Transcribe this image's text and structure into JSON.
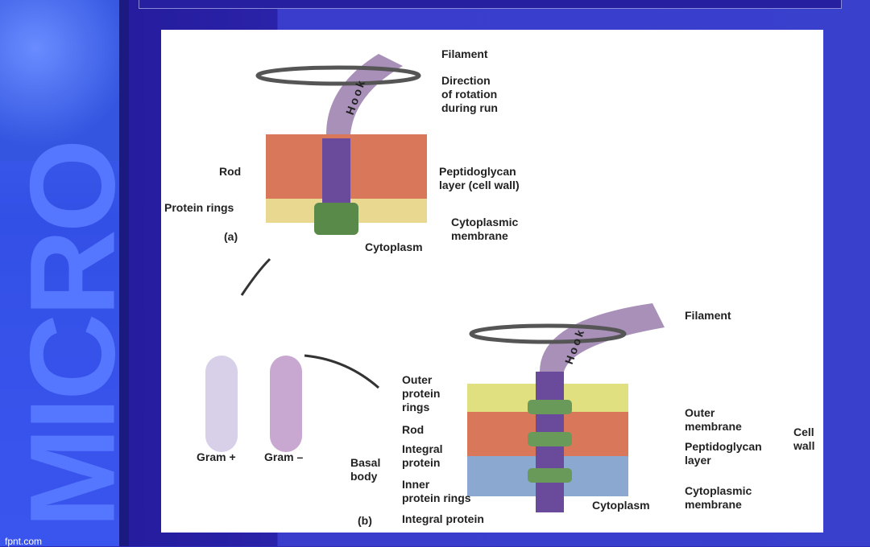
{
  "sidebar": {
    "watermark": "MICRO",
    "footer": "fpnt.com"
  },
  "figure": {
    "a": {
      "panel": "(a)",
      "filament": "Filament",
      "direction": "Direction\nof rotation\nduring run",
      "hook": "Hook",
      "rod": "Rod",
      "peptido": "Peptidoglycan\nlayer (cell wall)",
      "rings": "Protein rings",
      "membrane": "Cytoplasmic\nmembrane",
      "cytoplasm": "Cytoplasm"
    },
    "cells": {
      "gram_pos": "Gram +",
      "gram_neg": "Gram –"
    },
    "b": {
      "panel": "(b)",
      "filament": "Filament",
      "hook": "Hook",
      "outer_rings": "Outer\nprotein\nrings",
      "rod": "Rod",
      "integral": "Integral\nprotein",
      "inner_rings": "Inner\nprotein rings",
      "integral2": "Integral protein",
      "basal": "Basal\nbody",
      "outer_membrane": "Outer\nmembrane",
      "peptido": "Peptidoglycan\nlayer",
      "cell_wall": "Cell\nwall",
      "membrane": "Cytoplasmic\nmembrane",
      "cytoplasm": "Cytoplasm"
    }
  }
}
